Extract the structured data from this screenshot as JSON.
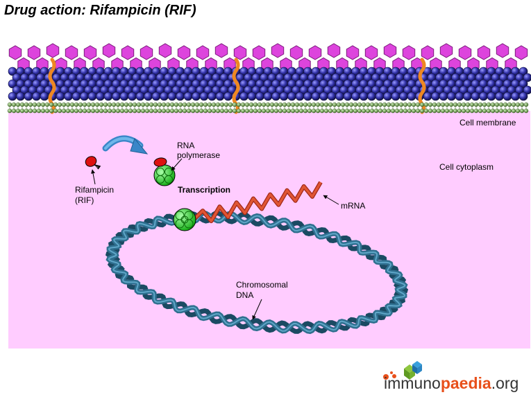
{
  "title": "Drug action: Rifampicin (RIF)",
  "labels": {
    "cell_membrane": "Cell membrane",
    "cell_cytoplasm": "Cell cytoplasm",
    "rna_polymerase_line1": "RNA",
    "rna_polymerase_line2": "polymerase",
    "transcription": "Transcription",
    "rifampicin_line1": "Rifampicin",
    "rifampicin_line2": "(RIF)",
    "mrna": "mRNA",
    "chromosomal_line1": "Chromosomal",
    "chromosomal_line2": "DNA"
  },
  "logo": {
    "part1": "immuno",
    "part2": "paedia",
    "part3": ".org"
  },
  "colors": {
    "cytoplasm": "#ffccff",
    "hexagon": "#cc33cc",
    "sphere": "#3333aa",
    "lipid_head": "#77aa55",
    "porin": "#ee8822",
    "drug": "#dd1111",
    "polymerase": "#33cc33",
    "dna": "#2f6f8f",
    "mrna": "#e05533",
    "arrow": "#3a86c8",
    "logo_accent": "#e8501b"
  }
}
